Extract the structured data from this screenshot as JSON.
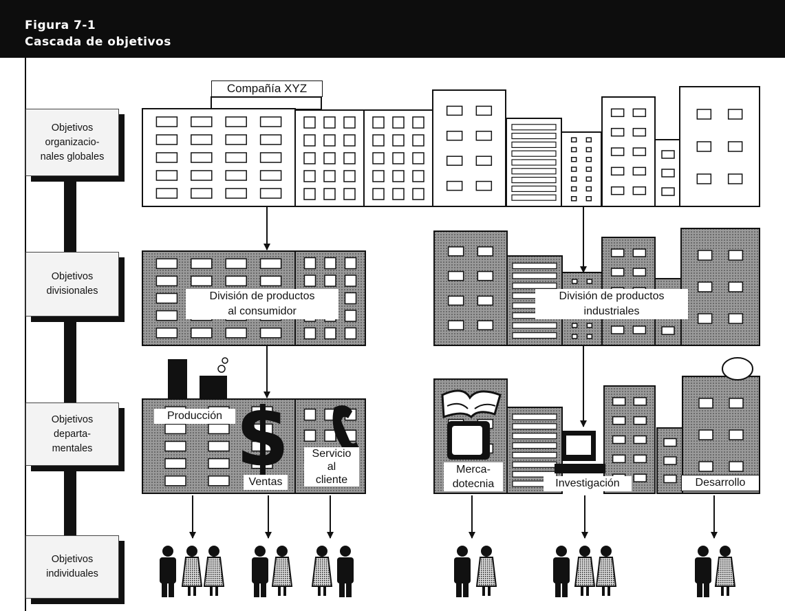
{
  "figure": {
    "number": "Figura 7-1",
    "title": "Cascada de objetivos"
  },
  "levels": [
    {
      "id": "organizational",
      "label": "Objetivos\norganizacio-\nnales globales"
    },
    {
      "id": "divisional",
      "label": "Objetivos\ndivisionales"
    },
    {
      "id": "departmental",
      "label": "Objetivos\ndeparta-\nmentales"
    },
    {
      "id": "individual",
      "label": "Objetivos\nindividuales"
    }
  ],
  "company": {
    "label": "Compañía XYZ"
  },
  "divisions": [
    {
      "id": "consumer",
      "label": "División de productos\nal consumidor"
    },
    {
      "id": "industrial",
      "label": "División de productos\nindustriales"
    }
  ],
  "departments": [
    {
      "id": "produccion",
      "label": "Producción"
    },
    {
      "id": "ventas",
      "label": "Ventas"
    },
    {
      "id": "servicio",
      "label": "Servicio\nal\ncliente"
    },
    {
      "id": "mercadotecnia",
      "label": "Merca-\ndotecnia"
    },
    {
      "id": "investigacion",
      "label": "Investigación"
    },
    {
      "id": "desarrollo",
      "label": "Desarrollo"
    }
  ],
  "icons": [
    "building-icon",
    "dollar-sign-icon",
    "telephone-icon",
    "book-icon",
    "tv-icon",
    "computer-icon",
    "person-icon",
    "arrow-down-icon"
  ]
}
